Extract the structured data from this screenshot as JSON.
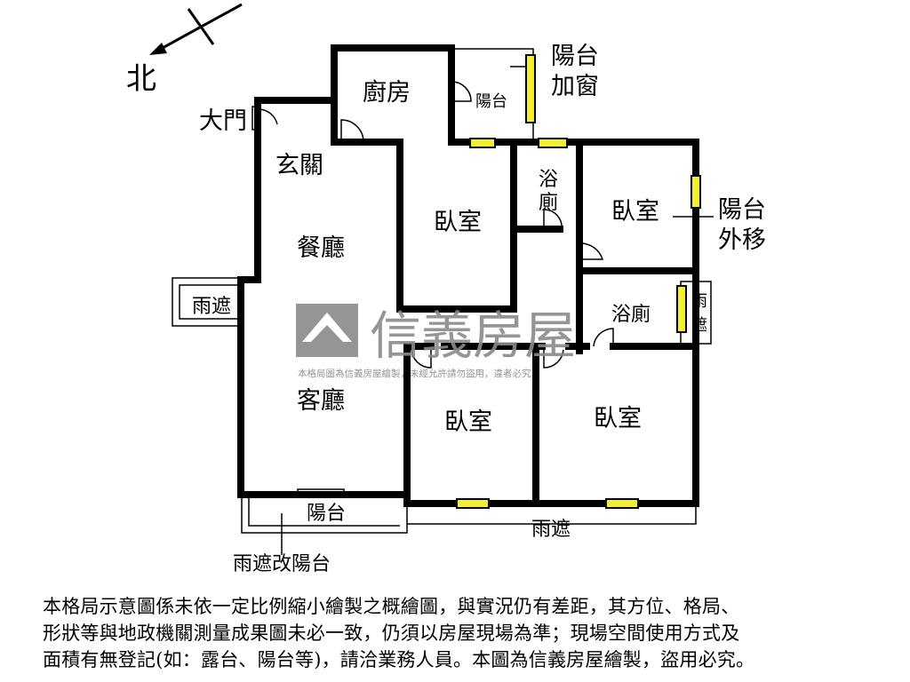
{
  "compass": {
    "north_label": "北"
  },
  "rooms": {
    "kitchen": "廚房",
    "balcony_small": "陽台",
    "balcony_window_line1": "陽台",
    "balcony_window_line2": "加窗",
    "main_door": "大門",
    "foyer": "玄關",
    "dining": "餐廳",
    "bedroom_center": "臥室",
    "bath_top_line1": "浴",
    "bath_top_line2": "廁",
    "bedroom_right_top": "臥室",
    "balcony_moved_line1": "陽台",
    "balcony_moved_line2": "外移",
    "canopy_left": "雨遮",
    "bath_right": "浴廁",
    "canopy_right_line1": "雨",
    "canopy_right_line2": "遮",
    "living": "客廳",
    "bedroom_bottom_mid": "臥室",
    "bedroom_bottom_right": "臥室",
    "balcony_bottom": "陽台",
    "canopy_bottom": "雨遮",
    "canopy_to_balcony": "雨遮改陽台"
  },
  "watermark": {
    "brand": "信義房屋",
    "notice": "本格局圖為信義房屋繪製，未經允許請勿盜用，違者必究"
  },
  "disclaimer": [
    "本格局示意圖係未依一定比例縮小繪製之概繪圖，與實況仍有差距，其方位、格局、",
    "形狀等與地政機關測量成果圖未必一致，仍須以房屋現場為準；現場空間使用方式及",
    "面積有無登記(如：露台、陽台等)，請洽業務人員。本圖為信義房屋繪製，盜用必究。"
  ],
  "colors": {
    "wall": "#000000",
    "window": "#f2ef2f",
    "watermark": "#8a8a8a"
  }
}
